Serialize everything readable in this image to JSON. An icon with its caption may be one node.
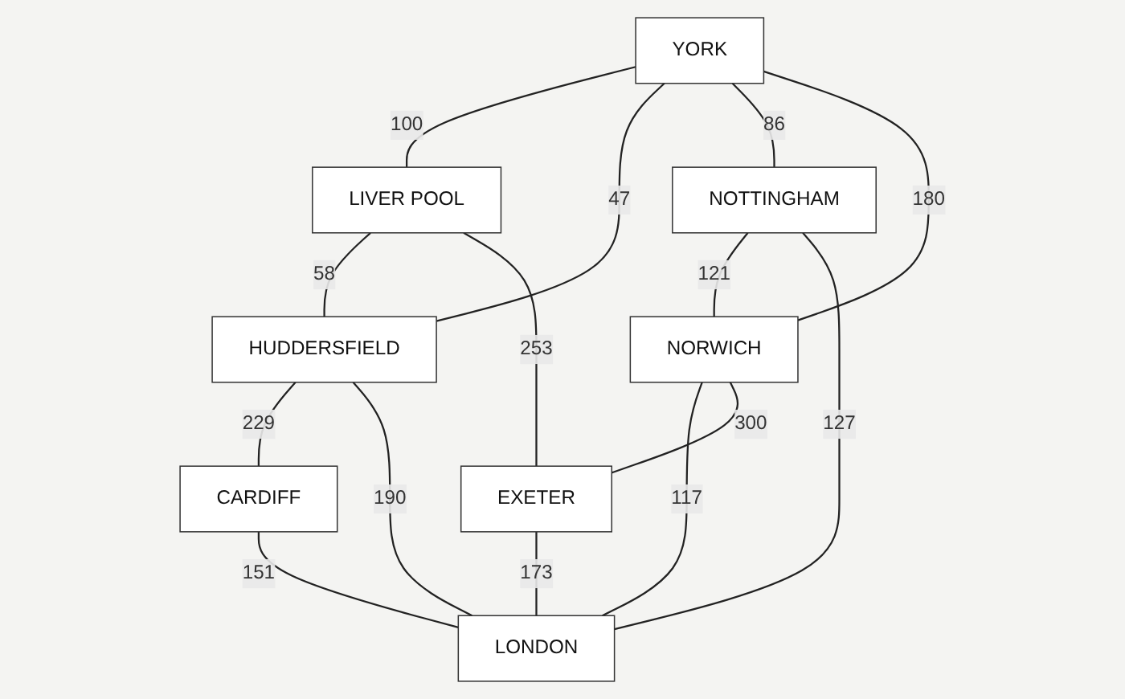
{
  "diagram": {
    "nodes": [
      {
        "text": [
          "YORK"
        ]
      },
      {
        "text": [
          "HUDDERSFIELD"
        ]
      },
      {
        "text": [
          "LIVER POOL"
        ]
      },
      {
        "text": [
          "NORWICH"
        ]
      },
      {
        "text": [
          "NOTTINGHAM"
        ]
      },
      {
        "text": [
          "CARDIFF"
        ]
      },
      {
        "text": [
          "LONDON"
        ]
      },
      {
        "text": [
          "EXETER"
        ]
      }
    ],
    "edges": [
      {
        "from": 0,
        "to": 2,
        "label": "100",
        "arrow": "none"
      },
      {
        "from": 0,
        "to": 1,
        "label": "47",
        "arrow": "none"
      },
      {
        "from": 2,
        "to": 1,
        "label": "58",
        "arrow": "none"
      },
      {
        "from": 0,
        "to": 4,
        "label": "86",
        "arrow": "none"
      },
      {
        "from": 0,
        "to": 3,
        "label": "180",
        "arrow": "none"
      },
      {
        "from": 1,
        "to": 5,
        "label": "229",
        "arrow": "none"
      },
      {
        "from": 1,
        "to": 6,
        "label": "190",
        "arrow": "none"
      },
      {
        "from": 4,
        "to": 3,
        "label": "121",
        "arrow": "none"
      },
      {
        "from": 4,
        "to": 6,
        "label": "127",
        "arrow": "none"
      },
      {
        "from": 3,
        "to": 6,
        "label": "117",
        "arrow": "none"
      },
      {
        "from": 5,
        "to": 6,
        "label": "151",
        "arrow": "none"
      },
      {
        "from": 7,
        "to": 6,
        "label": "173",
        "arrow": "none"
      },
      {
        "from": 2,
        "to": 7,
        "label": "253",
        "arrow": "none"
      },
      {
        "from": 3,
        "to": 7,
        "label": "300",
        "arrow": "none"
      }
    ]
  }
}
